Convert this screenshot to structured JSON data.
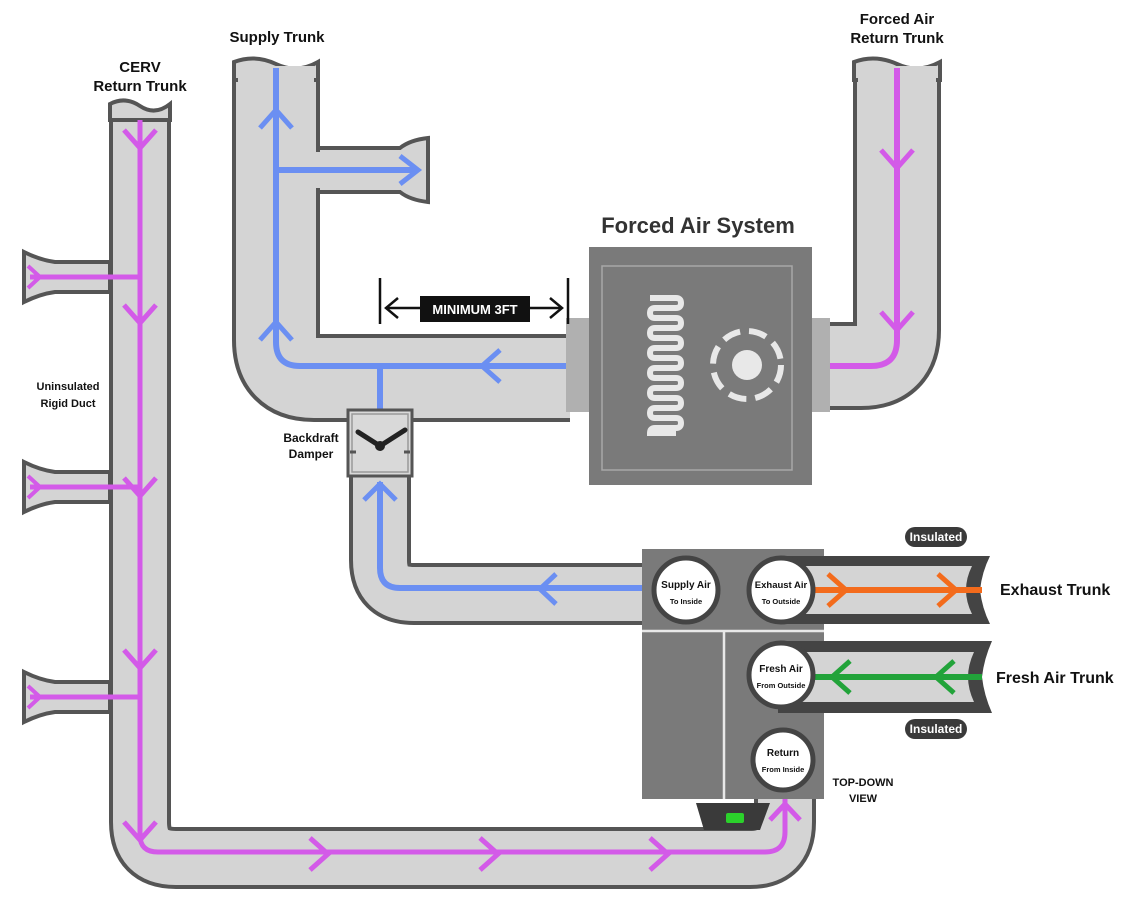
{
  "labels": {
    "supply_trunk": "Supply Trunk",
    "cerv_return_line1": "CERV",
    "cerv_return_line2": "Return Trunk",
    "forced_air_return_line1": "Forced Air",
    "forced_air_return_line2": "Return Trunk",
    "forced_air_system": "Forced Air System",
    "minimum": "MINIMUM 3FT",
    "uninsulated_line1": "Uninsulated",
    "uninsulated_line2": "Rigid Duct",
    "backdraft_line1": "Backdraft",
    "backdraft_line2": "Damper",
    "insulated_top": "Insulated",
    "insulated_bottom": "Insulated",
    "exhaust_trunk": "Exhaust Trunk",
    "fresh_air_trunk": "Fresh Air Trunk",
    "top_down_line1": "TOP-DOWN",
    "top_down_line2": "VIEW"
  },
  "ports": {
    "supply_air": {
      "title": "Supply Air",
      "sub": "To Inside"
    },
    "exhaust_air": {
      "title": "Exhaust Air",
      "sub": "To Outside"
    },
    "fresh_air": {
      "title": "Fresh Air",
      "sub": "From Outside"
    },
    "return": {
      "title": "Return",
      "sub": "From Inside"
    }
  },
  "colors": {
    "duct_fill": "#d4d4d4",
    "duct_outline": "#555555",
    "supply_flow": "#6b8ff2",
    "return_flow": "#d35ae8",
    "exhaust_flow": "#f36b1c",
    "fresh_flow": "#22a33a",
    "unit_gray": "#7a7a7a",
    "badge": "#3a3a3a"
  }
}
